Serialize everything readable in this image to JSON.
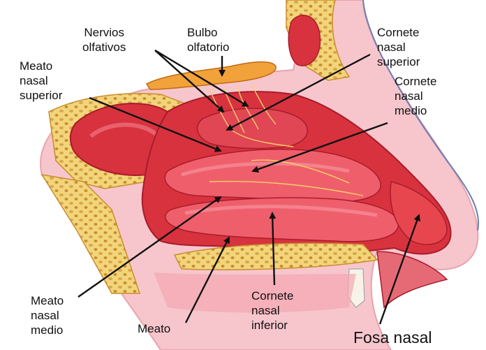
{
  "labels": {
    "nervios_olfativos": [
      "Nervios",
      "olfativos"
    ],
    "bulbo_olfatorio": [
      "Bulbo",
      "olfatorio"
    ],
    "cornete_nasal_superior": [
      "Cornete",
      "nasal",
      "superior"
    ],
    "meato_nasal_superior": [
      "Meato",
      "nasal",
      "superior"
    ],
    "cornete_nasal_medio": [
      "Cornete",
      "nasal",
      "medio"
    ],
    "meato_nasal_medio": [
      "Meato",
      "nasal",
      "medio"
    ],
    "meato": "Meato",
    "cornete_nasal_inferior": [
      "Cornete",
      "nasal",
      "inferior"
    ],
    "fosa_nasal": "Fosa nasal"
  },
  "colors": {
    "mucosa": "#d8323f",
    "mucosa_light": "#ef7580",
    "mucosa_dark": "#a81c2a",
    "bone": "#f2d57a",
    "bone_spot": "#c98c2f",
    "skin": "#f4b7c0",
    "bulb": "#f2a23a",
    "nerve": "#f5d06a",
    "arrow": "#111111"
  }
}
